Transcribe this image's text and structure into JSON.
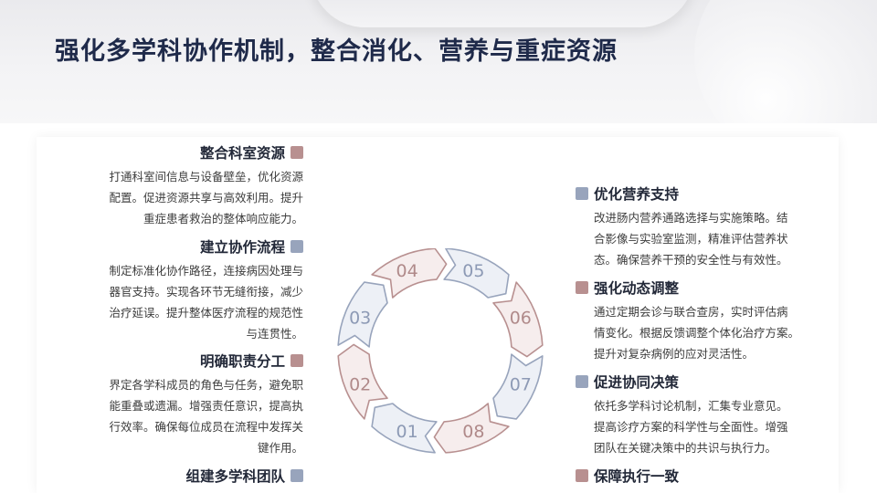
{
  "page_title": "强化多学科协作机制，整合消化、营养与重症资源",
  "left_items": [
    {
      "title": "整合科室资源",
      "desc": [
        "打通科室间信息与设备壁垒，优化资源",
        "配置。促进资源共享与高效利用。提升",
        "重症患者救治的整体响应能力。"
      ],
      "marker": "rose"
    },
    {
      "title": "建立协作流程",
      "desc": [
        "制定标准化协作路径，连接病因处理与",
        "器官支持。实现各环节无缝衔接，减少",
        "治疗延误。提升整体医疗流程的规范性",
        "与连贯性。"
      ],
      "marker": "blue"
    },
    {
      "title": "明确职责分工",
      "desc": [
        "界定各学科成员的角色与任务，避免职",
        "能重叠或遗漏。增强责任意识，提高执",
        "行效率。确保每位成员在流程中发挥关",
        "键作用。"
      ],
      "marker": "rose"
    },
    {
      "title": "组建多学科团队",
      "desc": [],
      "marker": "blue"
    }
  ],
  "right_items": [
    {
      "title": "优化营养支持",
      "desc": [
        "改进肠内营养通路选择与实施策略。结",
        "合影像与实验室监测，精准评估营养状",
        "态。确保营养干预的安全性与有效性。"
      ],
      "marker": "blue"
    },
    {
      "title": "强化动态调整",
      "desc": [
        "通过定期会诊与联合查房，实时评估病",
        "情变化。根据反馈调整个体化治疗方案。",
        "提升对复杂病例的应对灵活性。"
      ],
      "marker": "rose"
    },
    {
      "title": "促进协同决策",
      "desc": [
        "依托多学科讨论机制，汇集专业意见。",
        "提高诊疗方案的科学性与全面性。增强",
        "团队在关键决策中的共识与执行力。"
      ],
      "marker": "blue"
    },
    {
      "title": "保障执行一致",
      "desc": [],
      "marker": "rose"
    }
  ],
  "cycle_labels": [
    "01",
    "02",
    "03",
    "04",
    "05",
    "06",
    "07",
    "08"
  ],
  "colors": {
    "rose": "#b89090",
    "blue": "#98a4bc",
    "title": "#1f2a4a"
  }
}
